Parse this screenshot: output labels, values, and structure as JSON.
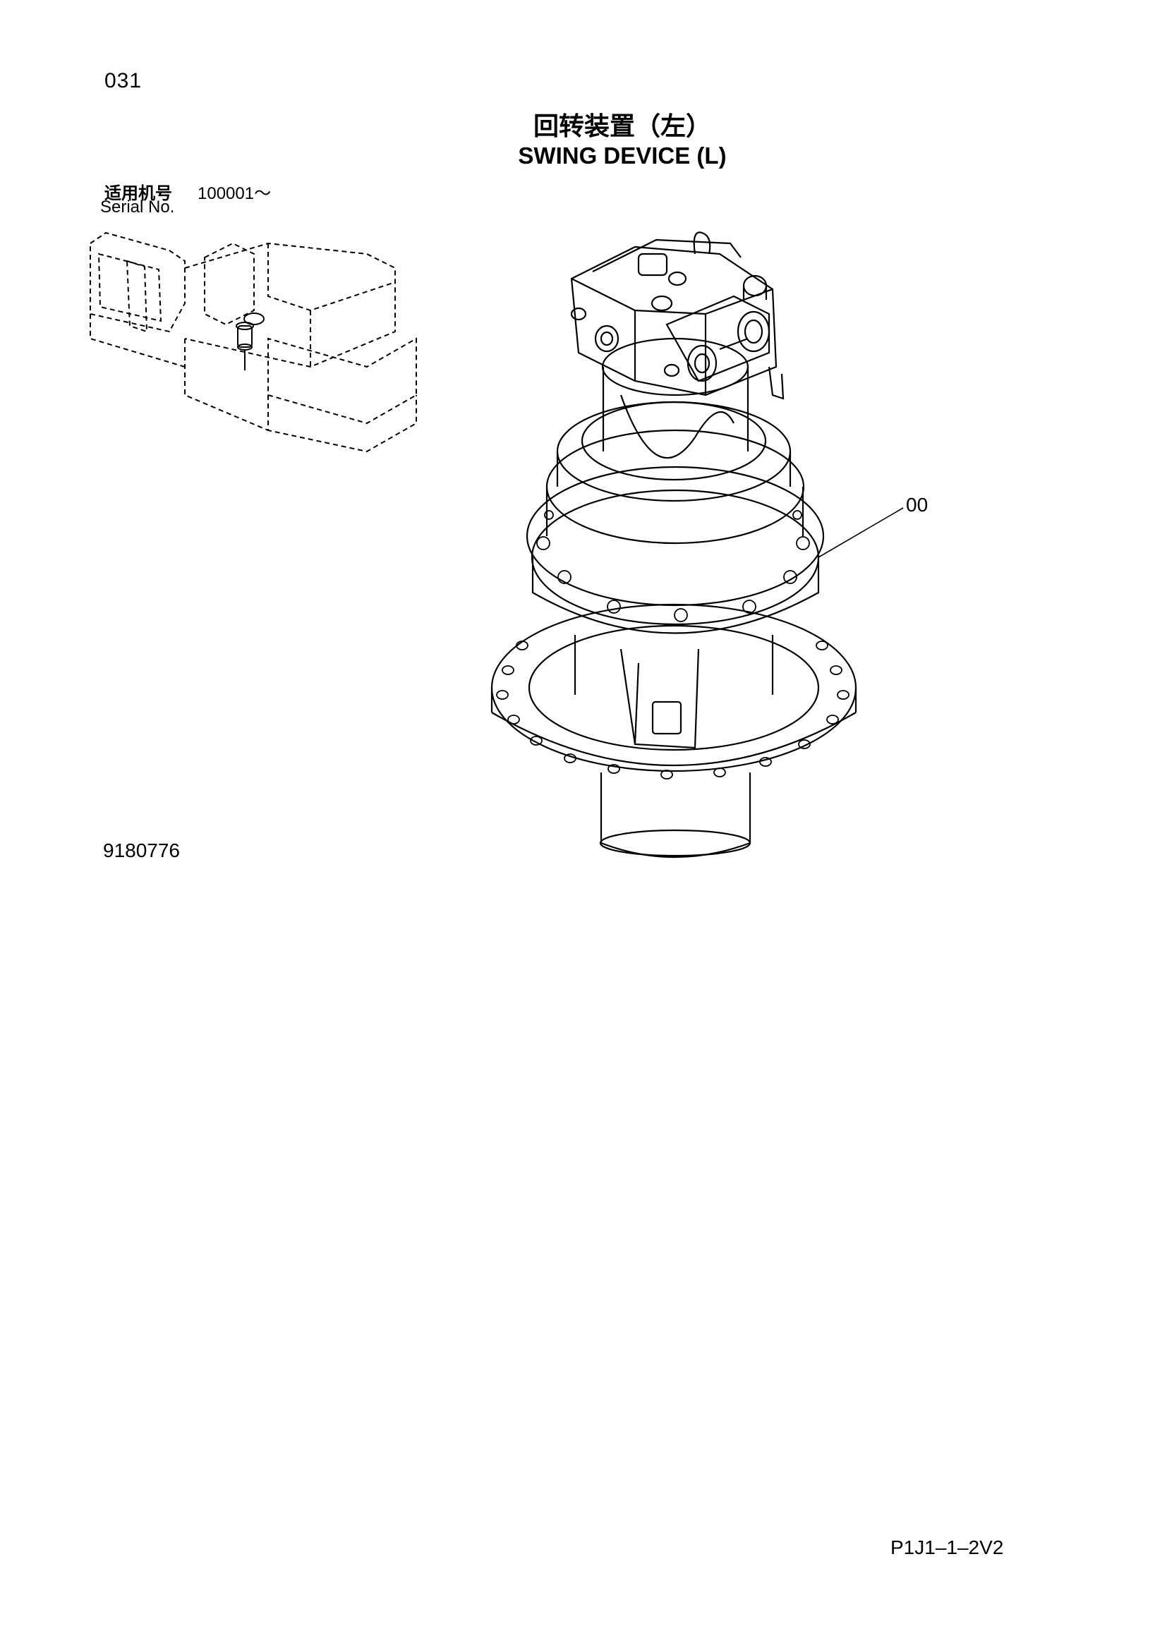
{
  "header": {
    "page_number": "031",
    "title_cn": "回转装置（左）",
    "title_en": "SWING DEVICE (L)"
  },
  "applicability": {
    "serial_label_cn": "适用机号",
    "serial_range": "100001～",
    "serial_label_en": "Serial No."
  },
  "diagram": {
    "callout_label": "00",
    "drawing_number": "9180776"
  },
  "footer": {
    "page_code": "P1J1–1–2V2"
  }
}
